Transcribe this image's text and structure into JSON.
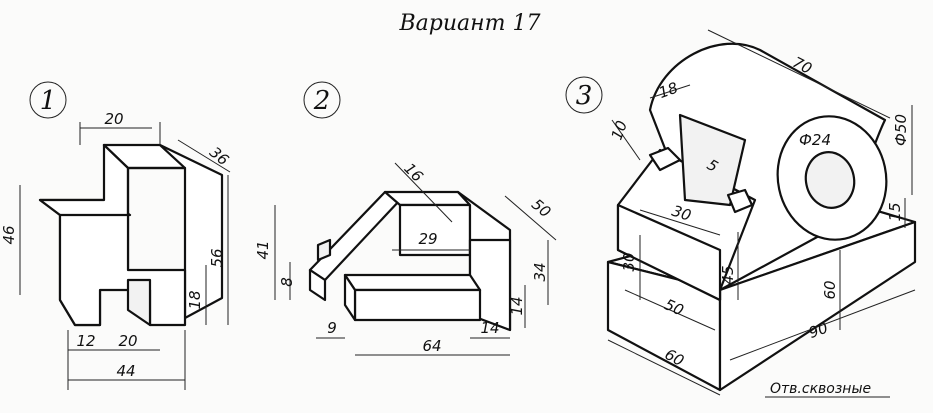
{
  "title": "Вариант 17",
  "figures": [
    {
      "number": "1",
      "dimensions": [
        "20",
        "36",
        "46",
        "56",
        "18",
        "12",
        "20",
        "44"
      ]
    },
    {
      "number": "2",
      "dimensions": [
        "16",
        "50",
        "29",
        "41",
        "8",
        "34",
        "14",
        "9",
        "64",
        "14"
      ]
    },
    {
      "number": "3",
      "dimensions": [
        "70",
        "18",
        "10",
        "Ф24",
        "Ф50",
        "5",
        "30",
        "30",
        "45",
        "15",
        "60",
        "50",
        "90",
        "60"
      ],
      "note": "Отв.сквозные"
    }
  ]
}
